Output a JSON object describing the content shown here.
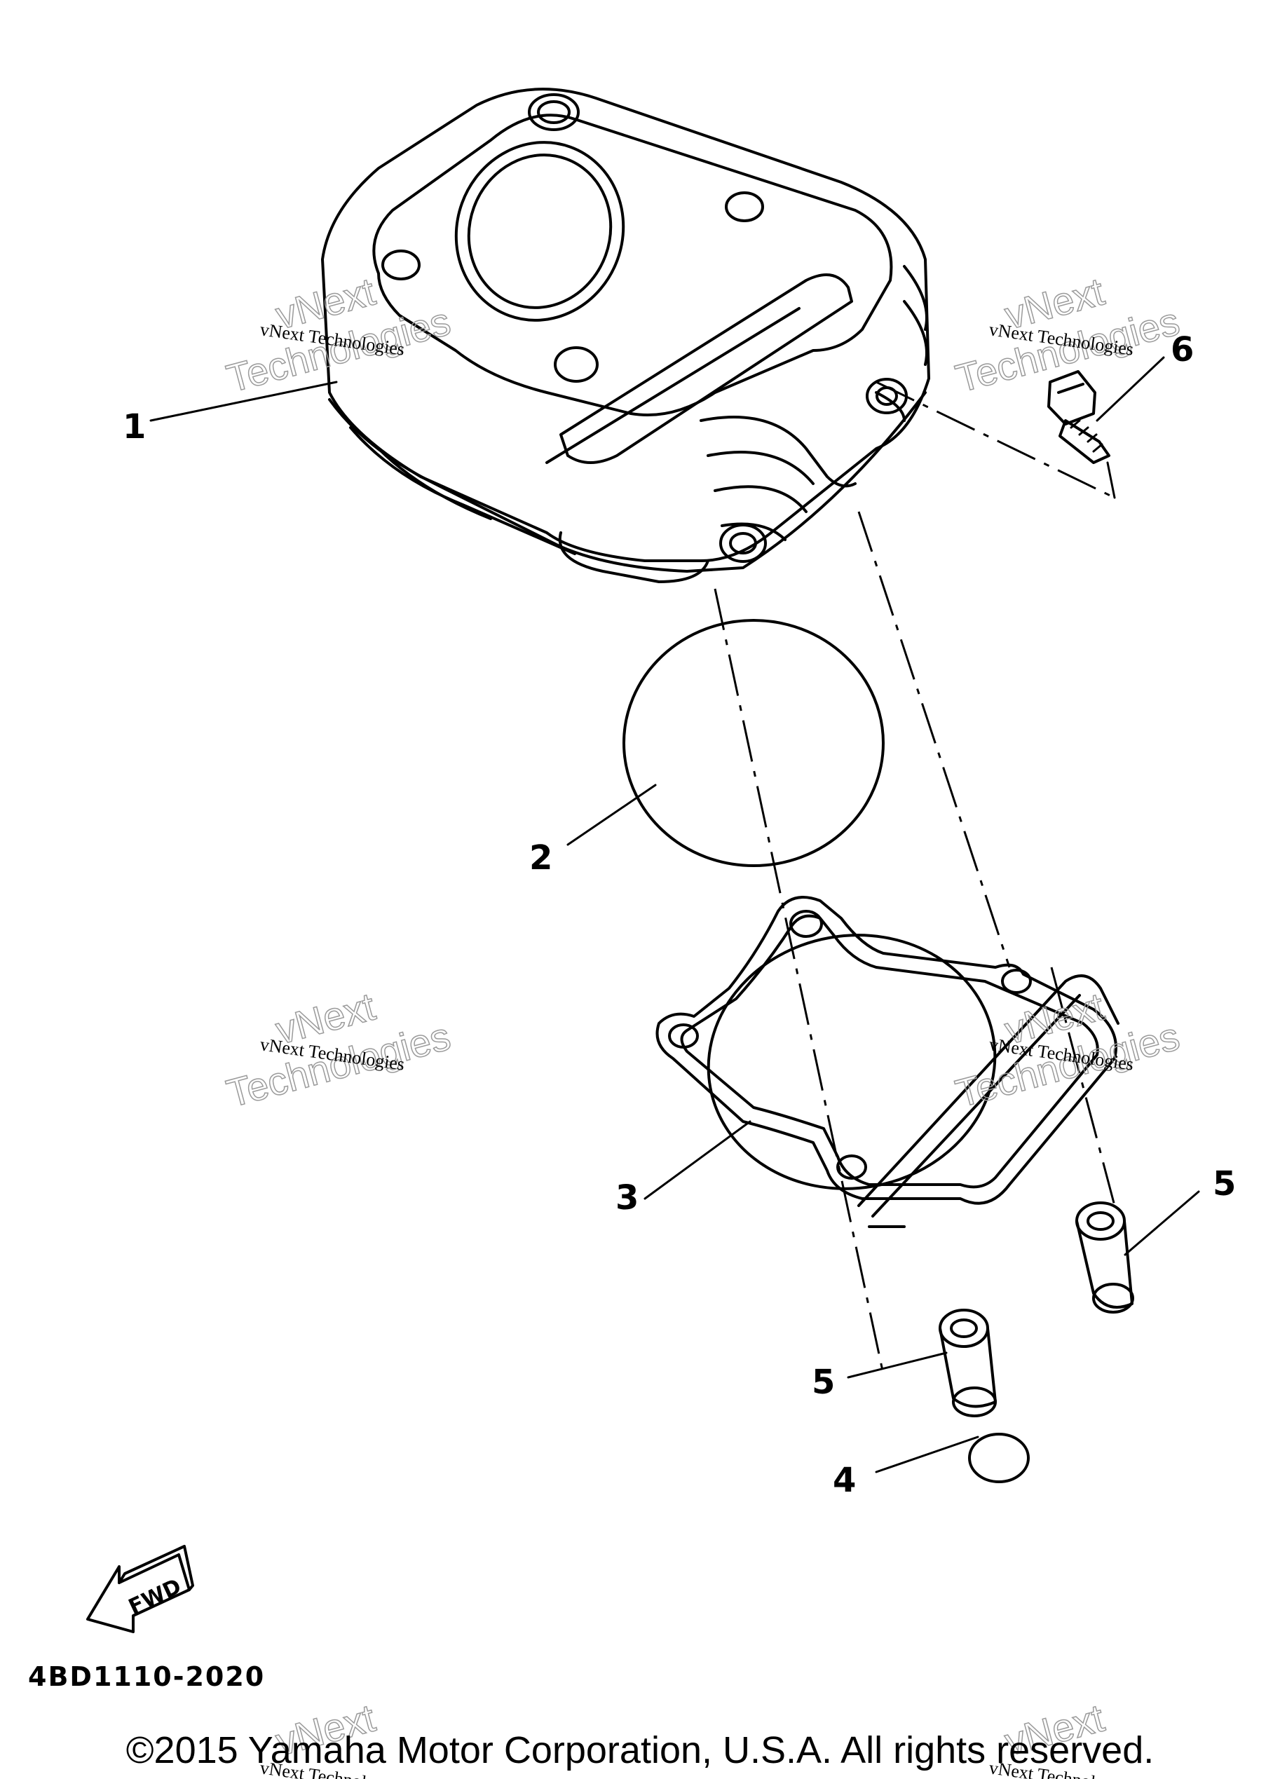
{
  "diagram": {
    "parts": [
      {
        "ref": "1",
        "part": "cylinder"
      },
      {
        "ref": "2",
        "part": "o-ring"
      },
      {
        "ref": "3",
        "part": "cylinder-gasket"
      },
      {
        "ref": "4",
        "part": "o-ring-small"
      },
      {
        "ref": "5",
        "part": "dowel-pin-right"
      },
      {
        "ref": "5",
        "part": "dowel-pin-lower"
      },
      {
        "ref": "6",
        "part": "bolt"
      }
    ],
    "fwd_label": "FWD",
    "diagram_code": "4BD1110-2020",
    "copyright": "©2015 Yamaha Motor Corporation, U.S.A. All rights reserved."
  },
  "watermark": {
    "line1": "vNext Technologies",
    "big1": "vNext",
    "big2": "Technologies"
  },
  "colors": {
    "ink": "#000000",
    "watermark": "#9a9a9a",
    "background": "#ffffff"
  }
}
